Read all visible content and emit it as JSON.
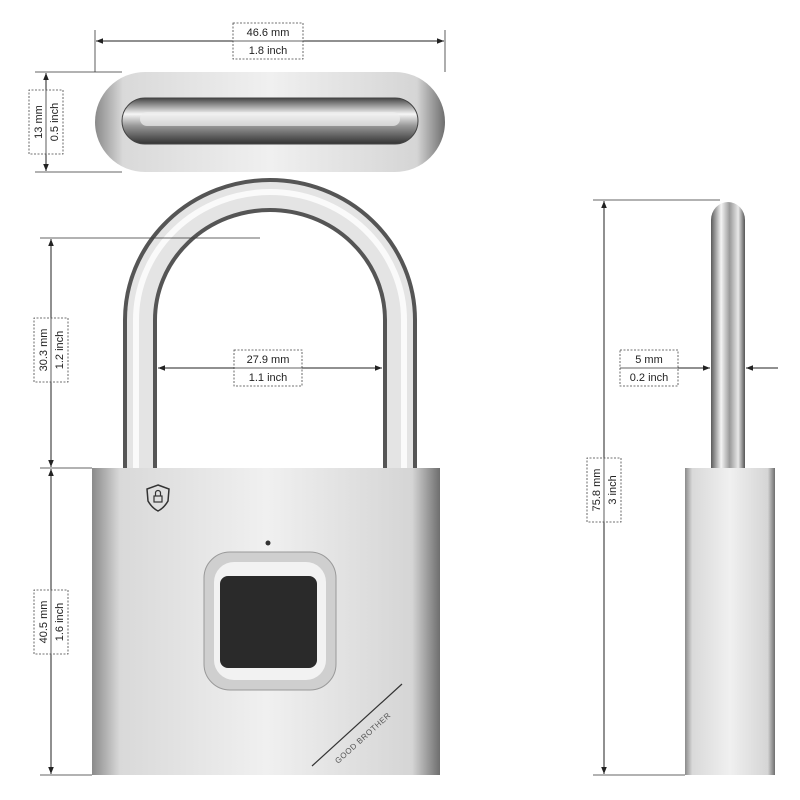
{
  "brand": "GOOD BROTHER",
  "icons": {
    "shield": "shield-lock-icon",
    "led": "indicator-dot"
  },
  "colors": {
    "metal_light": "#e8e8e8",
    "metal_dark": "#7a7a7a",
    "sensor": "#2a2a2a",
    "line": "#222222"
  },
  "dimensions": {
    "top_width": {
      "mm": "46.6 mm",
      "inch": "1.8 inch"
    },
    "top_depth": {
      "mm": "13 mm",
      "inch": "0.5 inch"
    },
    "shackle_height": {
      "mm": "30.3 mm",
      "inch": "1.2 inch"
    },
    "shackle_inner_width": {
      "mm": "27.9 mm",
      "inch": "1.1 inch"
    },
    "body_height": {
      "mm": "40.5 mm",
      "inch": "1.6 inch"
    },
    "shackle_thickness": {
      "mm": "5 mm",
      "inch": "0.2 inch"
    },
    "total_height": {
      "mm": "75.8 mm",
      "inch": "3 inch"
    }
  }
}
